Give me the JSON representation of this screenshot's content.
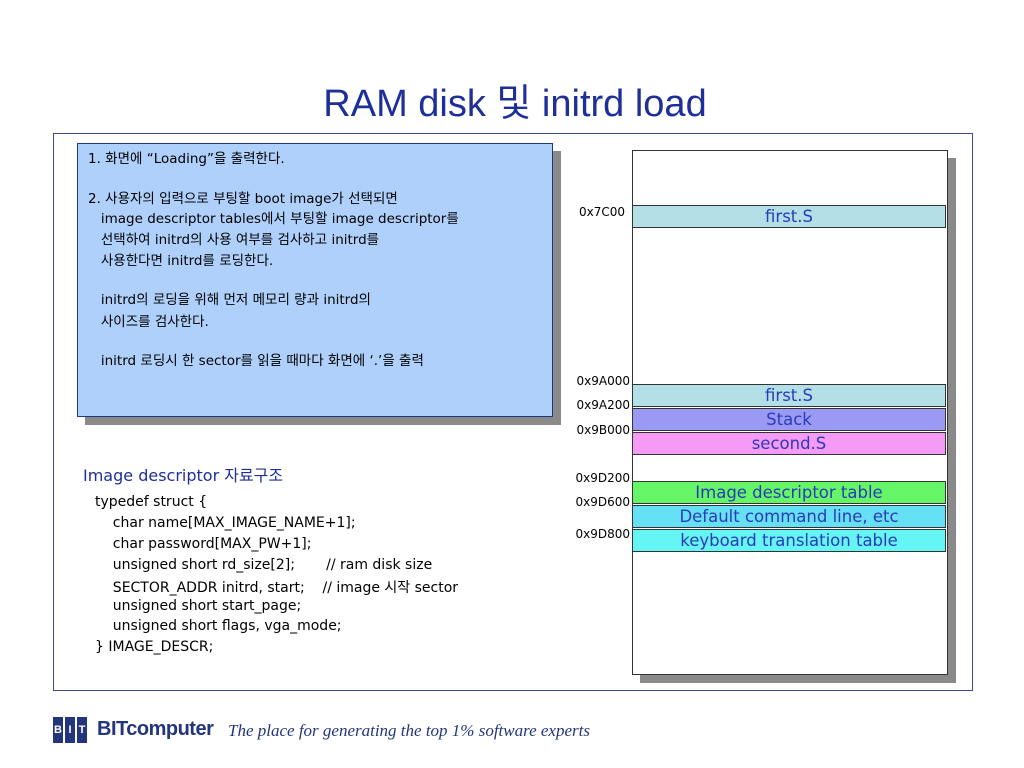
{
  "slide": {
    "title": "RAM disk 및 initrd load"
  },
  "note": {
    "lines": [
      "1. 화면에 “Loading”을 출력한다.",
      "2. 사용자의 입력으로 부팅할 boot image가 선택되면",
      "   image descriptor tables에서 부팅할 image descriptor를",
      "   선택하여 initrd의 사용 여부를 검사하고 initrd를",
      "   사용한다면 initrd를 로딩한다.",
      "   initrd의 로딩을 위해 먼저 메모리 량과 initrd의",
      "   사이즈를 검사한다.",
      "   initrd 로딩시 한 sector를 읽을 때마다 화면에 ‘.’을 출력"
    ]
  },
  "image_descriptor": {
    "heading": "Image descriptor 자료구조",
    "code_lines": [
      "typedef struct {",
      "    char name[MAX_IMAGE_NAME+1];",
      "    char password[MAX_PW+1];",
      "    unsigned short rd_size[2];       // ram disk size",
      "    SECTOR_ADDR initrd, start;    // image 시작 sector",
      "    unsigned short start_page;",
      "    unsigned short flags, vga_mode;",
      "} IMAGE_DESCR;"
    ]
  },
  "memory_map": {
    "addresses": [
      "0x7C00",
      "0x9A000",
      "0x9A200",
      "0x9B000",
      "0x9D200",
      "0x9D600",
      "0x9D800"
    ],
    "regions": [
      {
        "label": "first.S",
        "color": "#b3e0e6"
      },
      {
        "label": "first.S",
        "color": "#b3e0e6"
      },
      {
        "label": "Stack",
        "color": "#9a9af5"
      },
      {
        "label": "second.S",
        "color": "#f59af5"
      },
      {
        "label": "Image descriptor table",
        "color": "#66f566"
      },
      {
        "label": "Default command line, etc",
        "color": "#66e0f5"
      },
      {
        "label": "keyboard translation table",
        "color": "#66f5f5"
      }
    ]
  },
  "footer": {
    "logo_letters": [
      "B",
      "I",
      "T"
    ],
    "brand": "BITcomputer",
    "tagline": "The place for generating the top 1% software experts"
  }
}
